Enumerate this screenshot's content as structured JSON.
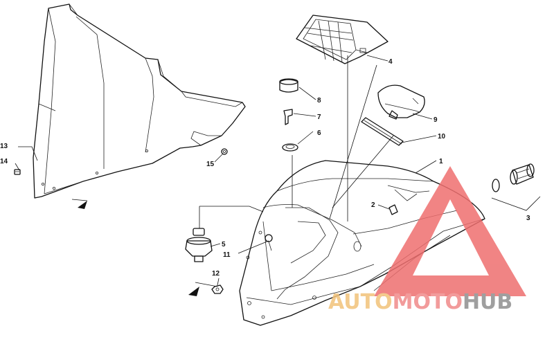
{
  "callouts": [
    {
      "id": "1",
      "label": "1"
    },
    {
      "id": "2",
      "label": "2"
    },
    {
      "id": "3",
      "label": "3"
    },
    {
      "id": "4",
      "label": "4"
    },
    {
      "id": "5",
      "label": "5"
    },
    {
      "id": "6",
      "label": "6"
    },
    {
      "id": "7",
      "label": "7"
    },
    {
      "id": "8",
      "label": "8"
    },
    {
      "id": "9",
      "label": "9"
    },
    {
      "id": "10",
      "label": "10"
    },
    {
      "id": "11",
      "label": "11"
    },
    {
      "id": "12",
      "label": "12"
    },
    {
      "id": "13",
      "label": "13"
    },
    {
      "id": "14",
      "label": "14"
    },
    {
      "id": "15",
      "label": "15"
    }
  ],
  "watermark": {
    "part1": "AUTO",
    "part2": "MOTO",
    "part3": "HUB",
    "color_part1": "#f2c27a",
    "color_part2": "#f08a8a",
    "color_part3": "#8f8f8f"
  },
  "colors": {
    "line": "#111111",
    "watermark_triangle": "#ee6f6f"
  }
}
